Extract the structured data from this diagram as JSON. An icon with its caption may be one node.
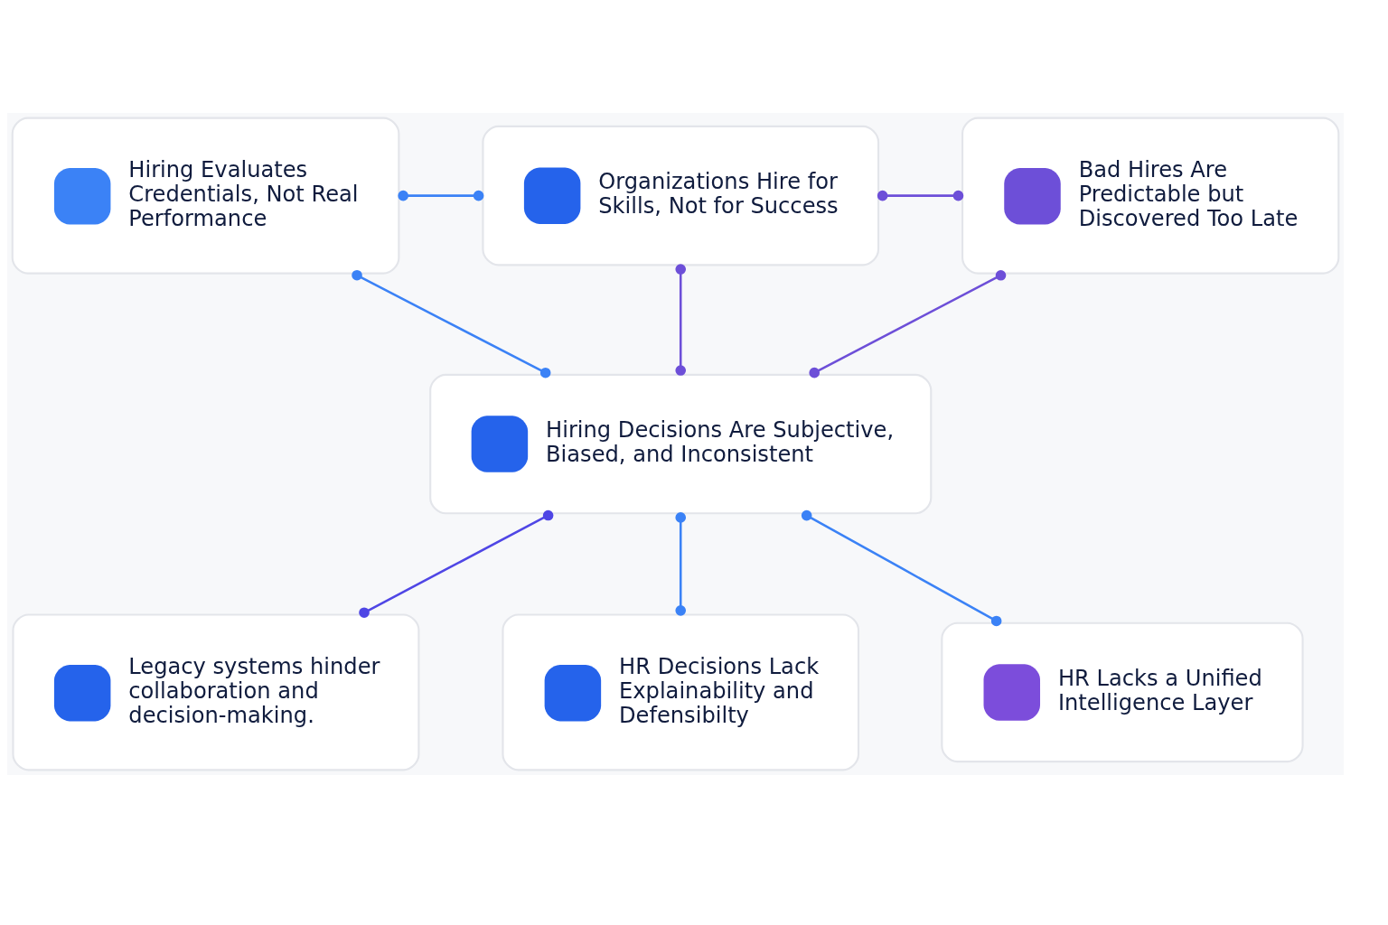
{
  "diagram": {
    "nodes": [
      {
        "text": [
          "Hiring Evaluates Credentials, Not Real Performance"
        ]
      },
      {
        "text": [
          "Organizations Hire for Skills, Not for Success"
        ]
      },
      {
        "text": [
          "Bad Hires Are Predictable but Discovered Too Late"
        ]
      },
      {
        "text": [
          "Hiring Decisions Are Subjective, Biased, and Inconsistent"
        ]
      },
      {
        "text": [
          "Legacy systems hinder collaboration and decision-making."
        ]
      },
      {
        "text": [
          "HR Decisions Lack Explainability and Defensibilty"
        ]
      },
      {
        "text": [
          "HR Lacks a Unified Intelligence Layer"
        ]
      }
    ],
    "edges": [
      {
        "from": 0,
        "to": 1,
        "arrow": "other"
      },
      {
        "from": 1,
        "to": 2,
        "arrow": "other",
        "color": "#6d4fd8"
      },
      {
        "from": 0,
        "to": 3,
        "arrow": "other"
      },
      {
        "from": 1,
        "to": 3,
        "arrow": "other",
        "color": "#6d4fd8"
      },
      {
        "from": 2,
        "to": 3,
        "arrow": "other",
        "color": "#6d4fd8"
      },
      {
        "from": 3,
        "to": 4,
        "arrow": "other",
        "color": "#4f46e5"
      },
      {
        "from": 3,
        "to": 5,
        "arrow": "other"
      },
      {
        "from": 3,
        "to": 6,
        "arrow": "other"
      }
    ]
  }
}
